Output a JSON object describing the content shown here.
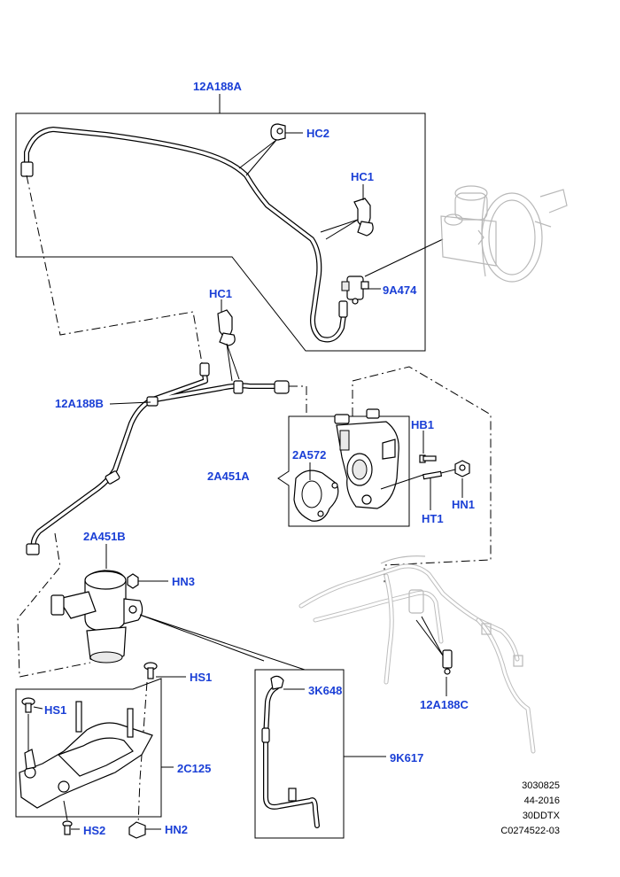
{
  "callouts": {
    "hose_12A188A": "12A188A",
    "clip_HC2": "HC2",
    "clip_HC1_upper": "HC1",
    "valve_9A474": "9A474",
    "clip_HC1_mid": "HC1",
    "hose_12A188B": "12A188B",
    "gasket_2A572": "2A572",
    "pump_2A451A": "2A451A",
    "bolt_HB1": "HB1",
    "nut_HN1": "HN1",
    "stud_HT1": "HT1",
    "pump_2A451B": "2A451B",
    "nut_HN3": "HN3",
    "screw_HS1_right": "HS1",
    "screw_HS1_left": "HS1",
    "bracket_2C125": "2C125",
    "screw_HS2": "HS2",
    "nut_HN2": "HN2",
    "connector_3K648": "3K648",
    "harness_9K617": "9K617",
    "hose_12A188C": "12A188C"
  },
  "reference": {
    "line1": "3030825",
    "line2": "44-2016",
    "line3": "30DDTX",
    "line4": "C0274522-03"
  }
}
